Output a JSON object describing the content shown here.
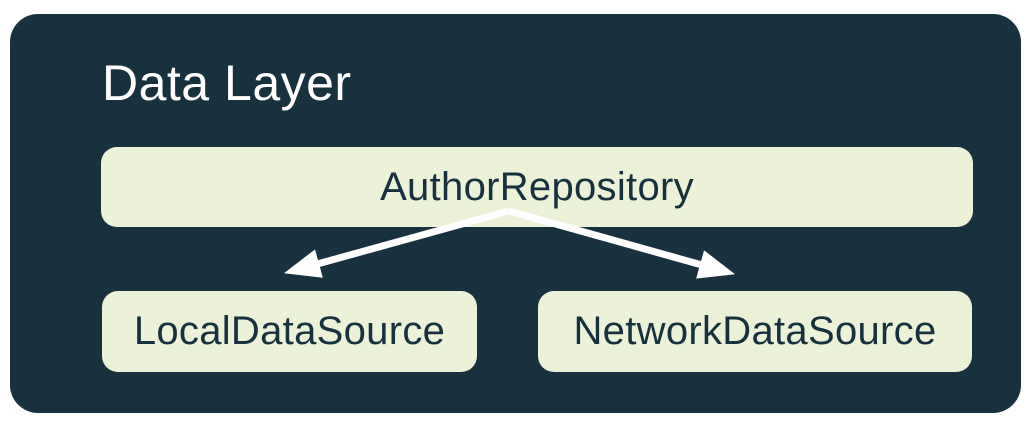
{
  "diagram": {
    "title": "Data Layer",
    "nodes": [
      {
        "id": "author-repository",
        "label": "AuthorRepository",
        "role": "repository"
      },
      {
        "id": "local-data-source",
        "label": "LocalDataSource",
        "role": "data-source"
      },
      {
        "id": "network-data-source",
        "label": "NetworkDataSource",
        "role": "data-source"
      }
    ],
    "edges": [
      {
        "from": "AuthorRepository",
        "to": "LocalDataSource",
        "style": "arrow"
      },
      {
        "from": "AuthorRepository",
        "to": "NetworkDataSource",
        "style": "arrow"
      }
    ],
    "colors": {
      "page_bg": "#FFFFFF",
      "container_bg": "#17313F",
      "title_text": "#FFFFFF",
      "node_bg": "#ECF2D8",
      "node_text": "#17313F",
      "arrow": "#FFFFFF"
    }
  }
}
